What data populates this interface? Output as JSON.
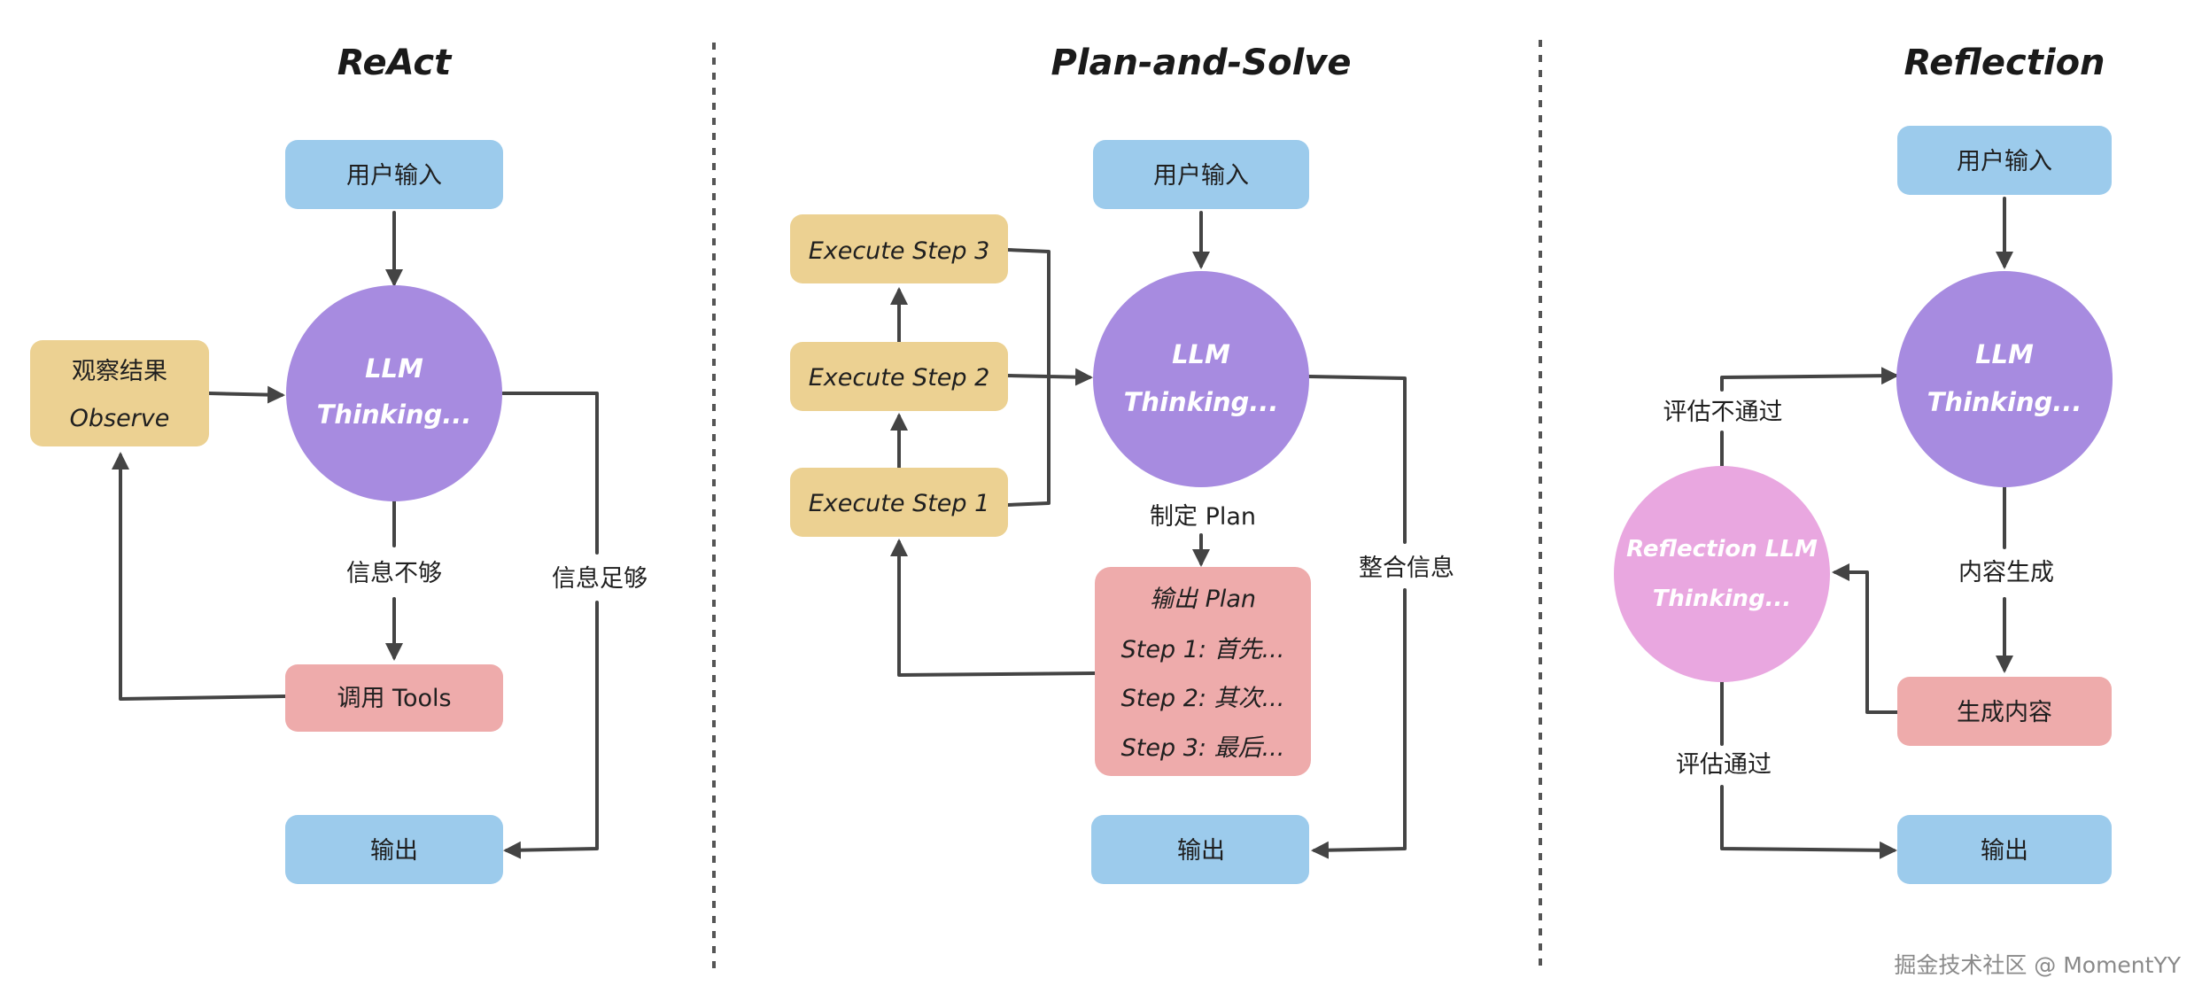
{
  "colors": {
    "blue": "#9ccbec",
    "yellow": "#ecd192",
    "pink": "#eeabab",
    "purple": "#a78be0",
    "magenta": "#e9a7e0",
    "edge": "#444444"
  },
  "react": {
    "title": "ReAct",
    "user_input": "用户输入",
    "llm_line1": "LLM",
    "llm_line2": "Thinking...",
    "observe_line1": "观察结果",
    "observe_line2": "Observe",
    "tools": "调用 Tools",
    "output": "输出",
    "label_not_enough": "信息不够",
    "label_enough": "信息足够"
  },
  "plan_solve": {
    "title": "Plan-and-Solve",
    "user_input": "用户输入",
    "llm_line1": "LLM",
    "llm_line2": "Thinking...",
    "step3": "Execute Step 3",
    "step2": "Execute Step 2",
    "step1": "Execute Step 1",
    "label_make_plan": "制定 Plan",
    "plan_lines": [
      "输出 Plan",
      "Step 1: 首先...",
      "Step 2: 其次...",
      "Step 3: 最后..."
    ],
    "label_integrate": "整合信息",
    "output": "输出"
  },
  "reflection": {
    "title": "Reflection",
    "user_input": "用户输入",
    "llm_line1": "LLM",
    "llm_line2": "Thinking...",
    "reflect_line1": "Reflection LLM",
    "reflect_line2": "Thinking...",
    "label_fail": "评估不通过",
    "label_generate": "内容生成",
    "generated": "生成内容",
    "label_pass": "评估通过",
    "output": "输出"
  },
  "watermark": "掘金技术社区 @ MomentYY"
}
